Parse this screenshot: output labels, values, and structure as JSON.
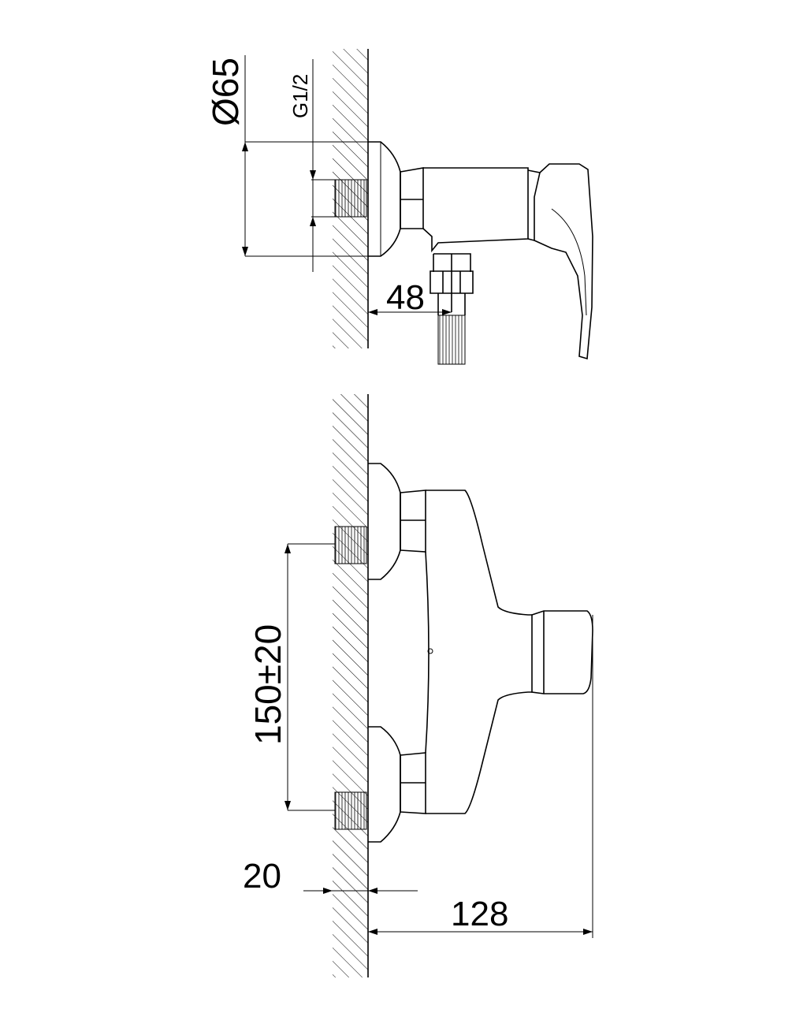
{
  "drawing": {
    "side_view": {
      "flange_diameter_label": "Ø65",
      "thread_label": "G1/2",
      "outlet_offset_label": "48"
    },
    "front_view": {
      "inlet_spacing_label": "150±20",
      "wall_depth_label": "20",
      "projection_label": "128"
    },
    "colors": {
      "line": "#000000",
      "background": "#ffffff"
    }
  }
}
